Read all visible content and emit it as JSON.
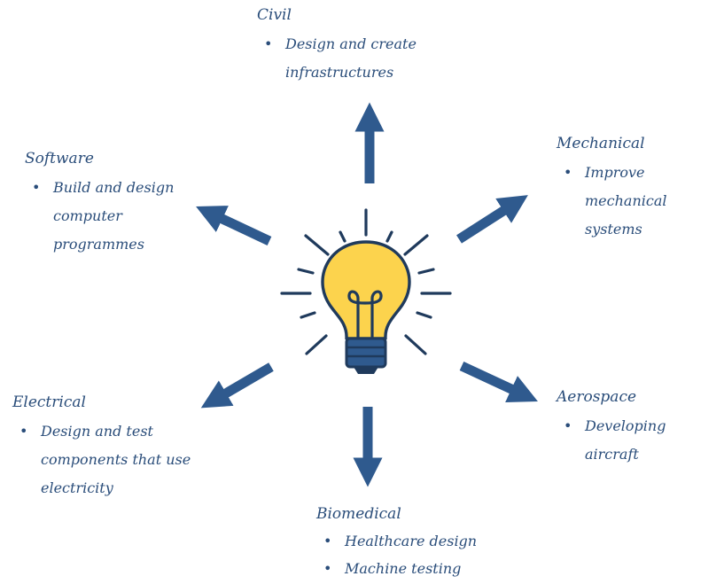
{
  "colors": {
    "arrow": "#2f5a8e",
    "text": "#2a4d7a",
    "bulb_fill": "#fcd34d",
    "bulb_outline": "#1f3a5c",
    "bulb_base": "#2f5a8e"
  },
  "center_icon": "lightbulb-icon",
  "nodes": {
    "civil": {
      "title": "Civil",
      "items": [
        "Design and create infrastructures"
      ]
    },
    "software": {
      "title": "Software",
      "items": [
        "Build and design computer programmes"
      ]
    },
    "mechanical": {
      "title": "Mechanical",
      "items": [
        "Improve mechanical systems"
      ]
    },
    "electrical": {
      "title": "Electrical",
      "items": [
        "Design and test components that use electricity"
      ]
    },
    "aerospace": {
      "title": "Aerospace",
      "items": [
        "Developing aircraft"
      ]
    },
    "biomedical": {
      "title": "Biomedical",
      "items": [
        "Healthcare design",
        "Machine testing"
      ]
    }
  }
}
